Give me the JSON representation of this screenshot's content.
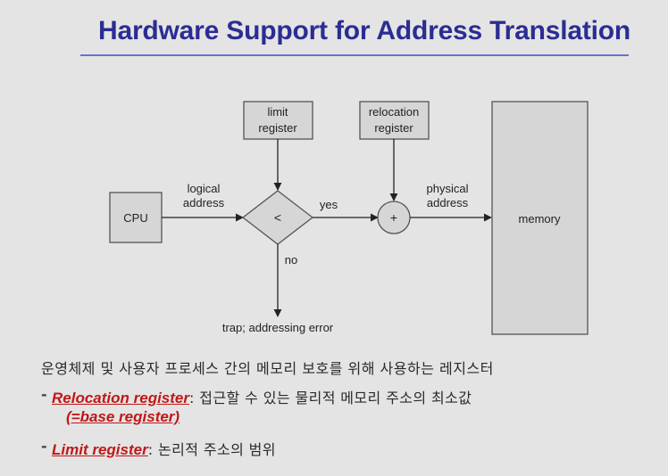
{
  "slide": {
    "title": "Hardware Support for Address Translation"
  },
  "diagram": {
    "cpu_label": "CPU",
    "logical_address": [
      "logical",
      "address"
    ],
    "limit_register": [
      "limit",
      "register"
    ],
    "relocation_register": [
      "relocation",
      "register"
    ],
    "compare_symbol": "<",
    "plus_symbol": "+",
    "yes_label": "yes",
    "no_label": "no",
    "physical_address": [
      "physical",
      "address"
    ],
    "memory_label": "memory",
    "trap_label": "trap; addressing error"
  },
  "notes": {
    "intro": "운영체제 및 사용자 프로세스 간의 메모리 보호를 위해 사용하는 레지스터",
    "items": [
      {
        "dash": "-",
        "term": "Relocation register",
        "description": ": 접근할 수 있는 물리적 메모리 주소의 최소값",
        "alias": "(=base register)"
      },
      {
        "dash": "-",
        "term": "Limit register",
        "description": ": 논리적 주소의 범위"
      }
    ]
  },
  "colors": {
    "title": "#2b2d93",
    "title_rule": "#6e6ed2",
    "term": "#c01818",
    "background": "#e4e4e4"
  }
}
